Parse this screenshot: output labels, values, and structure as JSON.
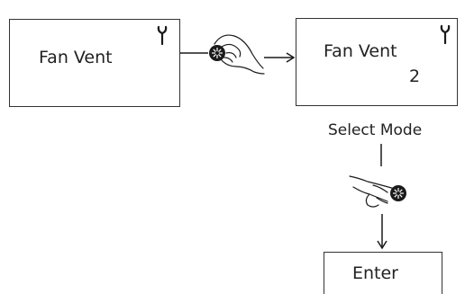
{
  "screens": {
    "initial": {
      "title": "Fan Vent",
      "icon": "wrench-icon"
    },
    "result": {
      "title": "Fan Vent",
      "value": "2",
      "icon": "wrench-icon"
    },
    "enter": {
      "label": "Enter"
    }
  },
  "caption": "Select Mode",
  "actions": {
    "first": "rotate-knob-hand-icon",
    "second": "press-knob-hand-icon"
  },
  "colors": {
    "stroke": "#333333",
    "text": "#222222"
  }
}
